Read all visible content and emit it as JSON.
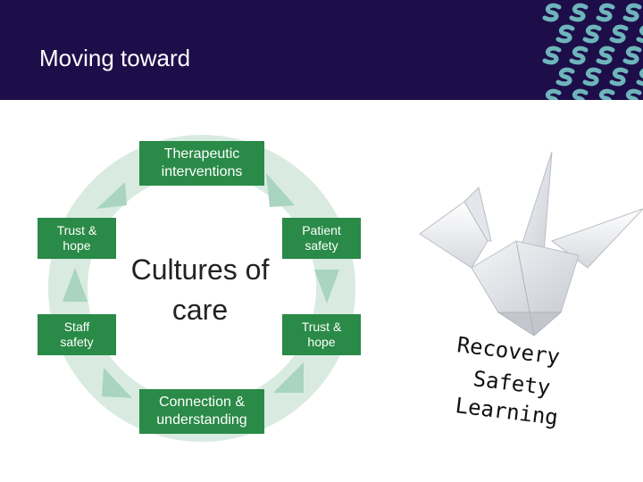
{
  "header": {
    "title": "Moving toward",
    "background": "#1d0e4a",
    "pattern_color": "#7dd3cf"
  },
  "diagram": {
    "ring_color": "#d9ebe1",
    "arrow_color": "#a8d4c0",
    "box_color": "#2a8a47",
    "center_label": "Cultures of\ncare",
    "nodes": {
      "top": "Therapeutic\ninterventions",
      "bottom": "Connection &\nunderstanding",
      "left_top": "Trust &\nhope",
      "left_bottom": "Staff\nsafety",
      "right_top": "Patient\nsafety",
      "right_bottom": "Trust &\nhope"
    }
  },
  "illustration": {
    "icon": "paper-crane-icon",
    "words": [
      "Recovery",
      "Safety",
      "Learning"
    ]
  }
}
